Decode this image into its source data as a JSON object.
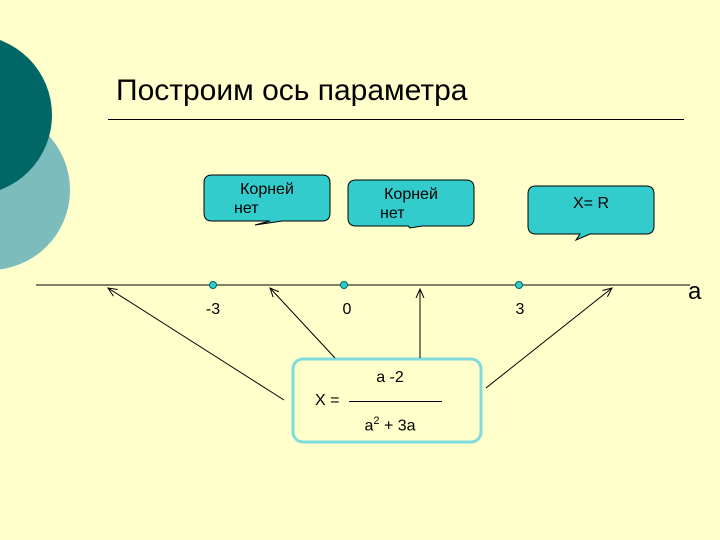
{
  "slide": {
    "title": "Построим ось параметра"
  },
  "callouts": [
    {
      "line1": "Корней",
      "line2": "нет"
    },
    {
      "line1": "Корней",
      "line2": "нет"
    },
    {
      "line1": "X= R",
      "line2": ""
    }
  ],
  "axis": {
    "name": "a",
    "ticks": [
      "-3",
      "0",
      "3"
    ]
  },
  "formula": {
    "lhs": "X =",
    "numerator": "a -2",
    "den_a": "a",
    "den_exp": "2",
    "den_rest": " + 3a"
  },
  "colors": {
    "background": "#ffffcc",
    "callout_fill": "#33cccc",
    "formula_border": "#7fdcdc",
    "deco_dark": "#006666",
    "deco_light": "#66b3b3"
  }
}
